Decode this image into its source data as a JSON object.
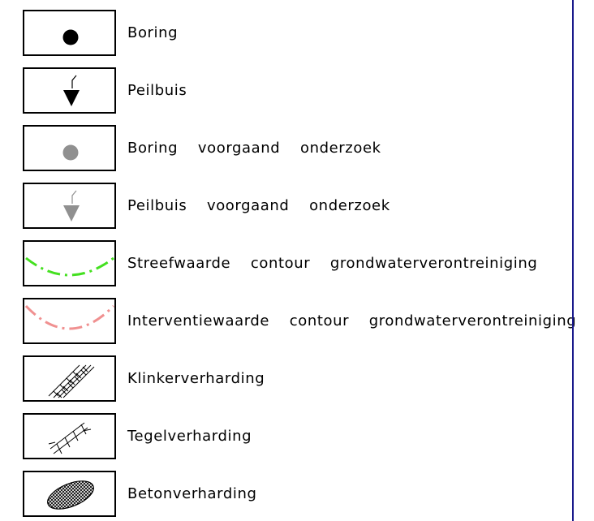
{
  "legend": {
    "items": [
      {
        "label": "Boring",
        "icon": "solid-dot-icon",
        "color": "#000000"
      },
      {
        "label": "Peilbuis",
        "icon": "piezometer-arrow-icon",
        "color": "#000000"
      },
      {
        "label": "Boring  voorgaand  onderzoek",
        "icon": "gray-dot-icon",
        "color": "#909090"
      },
      {
        "label": "Peilbuis  voorgaand  onderzoek",
        "icon": "gray-piezometer-arrow-icon",
        "color": "#909090"
      },
      {
        "label": "Streefwaarde  contour  grondwaterverontreiniging",
        "icon": "green-dashdot-contour-icon",
        "color": "#44e020"
      },
      {
        "label": "Interventiewaarde  contour  grondwaterverontreiniging",
        "icon": "red-dashdot-contour-icon",
        "color": "#f09090"
      },
      {
        "label": "Klinkerverharding",
        "icon": "brick-paving-hatch-icon",
        "color": "#000000"
      },
      {
        "label": "Tegelverharding",
        "icon": "tile-paving-hatch-icon",
        "color": "#000000"
      },
      {
        "label": "Betonverharding",
        "icon": "concrete-paving-crosshatch-icon",
        "color": "#000000"
      }
    ]
  },
  "frame": {
    "color": "#1a1a8c"
  }
}
